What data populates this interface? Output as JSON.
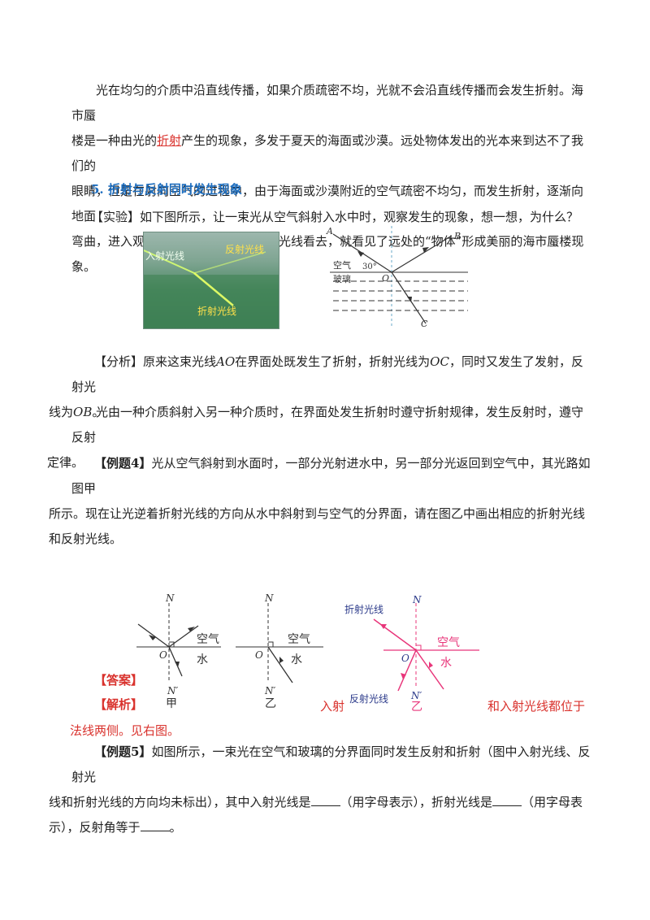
{
  "intro": {
    "line1": "光在均匀的介质中沿直线传播，如果介质疏密不均，光就不会沿直线传播而会发生折射。海市蜃",
    "line2a": "楼是一种由光的",
    "line2_link": "折射",
    "line2b": "产生的现象，多发于夏天的海面或沙漠。远处物体发出的光本来到达不了我们的",
    "line3": "眼睛，但是在射向空气的过程中，由于海面或沙漠附近的空气疏密不均匀，而发生折射，逐渐向地面",
    "line4": "弯曲，进入观察者的眼睛。观察者逆着光线看去，就看见了远处的“物体”形成美丽的海市蜃楼现象。"
  },
  "section5": {
    "title": "5. 折射与反射同时发生现象"
  },
  "experiment": {
    "text": "【实验】如下图所示，让一束光从空气斜射入水中时，观察发生的现象，想一想，为什么？"
  },
  "photo": {
    "label_incident": "入射光线",
    "label_reflect": "反射光线",
    "label_refract": "折射光线"
  },
  "fig1": {
    "A": "A",
    "B": "B",
    "C": "C",
    "O": "O",
    "air": "空气",
    "glass": "玻璃",
    "angle": "30°"
  },
  "analysis": {
    "p1a": "【分析】原来这束光线",
    "AO": "AO",
    "p1b": "在界面处既发生了折射，折射光线为",
    "OC": "OC",
    "p1c": "，同时又发生了发射，反射光",
    "p1d": "线为",
    "OB": "OB",
    "p1e": "。",
    "p2a": "光由一种介质斜射入另一种介质时，在界面处发生折射时遵守折射规律，发生反射时，遵守反射",
    "p2b": "定律。"
  },
  "example4": {
    "tag": "【例题4】",
    "text1": "光从空气斜射到水面时，一部分光射进水中，另一部分光返回到空气中，其光路如图甲",
    "text2": "所示。现在让光逆着折射光线的方向从水中斜射到与空气的分界面，请在图乙中画出相应的折射光线",
    "text3": "和反射光线。",
    "answer_label": "【答案】",
    "analysis_label": "【解析】",
    "snip_left": "入射",
    "snip_right": "和入射光线都位于",
    "tail": "法线两侧。见右图。"
  },
  "fig_jia": {
    "N": "N",
    "N2": "N′",
    "O": "O",
    "air": "空气",
    "water": "水",
    "caption": "甲"
  },
  "fig_yi": {
    "N": "N",
    "N2": "N′",
    "O": "O",
    "air": "空气",
    "water": "水",
    "caption": "乙"
  },
  "fig_ans": {
    "N": "N",
    "N2": "N′",
    "O": "O",
    "air": "空气",
    "water": "水",
    "caption": "乙",
    "refract": "折射光线",
    "reflect": "反射光线"
  },
  "example5": {
    "tag": "【例题5】",
    "t1": "如图所示，一束光在空气和玻璃的分界面同时发生反射和折射（图中入射光线、反射光",
    "t2a": "线和折射光线的方向均未标出），其中入射光线是",
    "t2b": "（用字母表示），折射光线是",
    "t2c": "（用字母表",
    "t3a": "示），反射角等于",
    "t3b": "。"
  },
  "colors": {
    "accent_red": "#d9322d",
    "section_blue": "#1f6fc0",
    "diagram_pink": "#e8357a",
    "diagram_navy": "#2b3a8a"
  }
}
